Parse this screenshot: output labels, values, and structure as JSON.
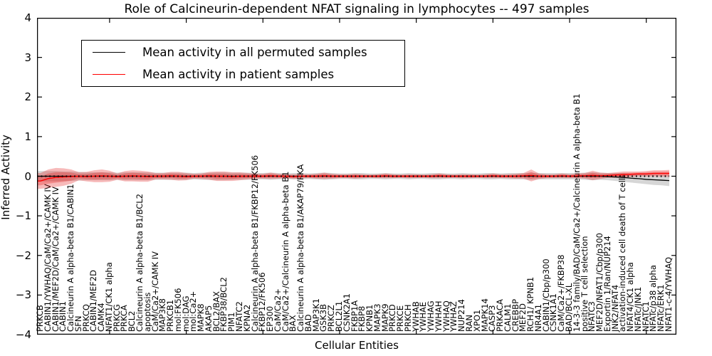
{
  "chart_data": {
    "type": "line",
    "title": "Role of Calcineurin-dependent NFAT signaling in lymphocytes -- 497 samples",
    "xlabel": "Cellular Entities",
    "ylabel": "Inferred Activity",
    "ylim": [
      -4,
      4
    ],
    "yticks": [
      4,
      3,
      2,
      1,
      0,
      -1,
      -2,
      -3,
      -4
    ],
    "grid": false,
    "legend_position": "upper left",
    "zero_line": {
      "style": "dotted",
      "color": "#000000"
    },
    "legend": [
      {
        "label": "Mean activity in all permuted samples",
        "color": "#000000"
      },
      {
        "label": "Mean activity in patient samples",
        "color": "#ff0000"
      }
    ],
    "band_colors": {
      "permuted": "rgba(0,0,0,0.16)",
      "patient": "rgba(228,26,28,0.30)"
    },
    "categories": [
      "PRKCB",
      "CABIN1/YWHAQ/CaM/Ca2+/CAMK IV",
      "CABIN1/MEF2D/CaM/Ca2+/CAMK IV",
      "CABIN1",
      "Calcineurin A alpha-beta B1/CABIN1",
      "SFN",
      "PRKCQ",
      "CABIN1/MEF2D",
      "CAMK4",
      "NFAT1/CK1 alpha",
      "PRKCG",
      "PRKCA",
      "BCL2",
      "Calcineurin A alpha-beta B1/BCL2",
      "apoptosis",
      "CaM/Ca2+/CAMK IV",
      "MAP3K8",
      "PRKCB1",
      "mol:FK506",
      "mol:DAG",
      "mol:Ca2+",
      "MAPK8",
      "AKAP5",
      "BCL2/BAX",
      "FKBP38/BCL2",
      "PIM1",
      "NFATC2",
      "KPNA2",
      "Calcineurin A alpha-beta B1/FKBP12/FK506",
      "FKBP12/FK506",
      "EP300",
      "CaM/Ca2+",
      "CaM/Ca2+/Calcineurin A alpha-beta B1",
      "BAX",
      "Calcineurin A alpha-beta B1/AKAP79/PKA",
      "BAD",
      "MAP3K1",
      "GSK3B",
      "PRKCZ",
      "BCL2L1",
      "CSNK2A1",
      "FKBP1A",
      "FKBP8",
      "KPNB1",
      "MAPK3",
      "MAPK9",
      "PRKCD",
      "PRKCE",
      "PRKCH",
      "YWHAB",
      "YWHAE",
      "YWHAG",
      "YWHAH",
      "YWHAQ",
      "YWHAZ",
      "NUP214",
      "RAN",
      "XPO1",
      "MAPK14",
      "CASP3",
      "PRKACA",
      "CALM1",
      "CREBBP",
      "MEF2D",
      "RCH1/ KPNB1",
      "NR4A1",
      "CABIN1/Cbp/p300",
      "CSNK1A1",
      "CaM/Ca2+/FKBP38",
      "BAD/BCL-XL",
      "14-3-3 family/BAD/CaM/Ca2+/Calcineurin A alpha-beta B1",
      "positive T cell selection",
      "NFATC3",
      "MEF2D/NFAT1/Cbp/p300",
      "Exportin 1/Ran/NUP214",
      "JNK2/NFAT4",
      "activation-induced cell death of T cells",
      "NFAT4/CK1 alpha",
      "NFATc/JNK1",
      "NFATC1",
      "NFATc/p38 alpha",
      "NFATc/ERK1",
      "NFAT1-c-4/YWHAQ"
    ],
    "series": [
      {
        "name": "Mean activity in all permuted samples",
        "color": "#000000",
        "mean": [
          0,
          0,
          0,
          0,
          0,
          0,
          0,
          0,
          0,
          0,
          0,
          0,
          0,
          0,
          0,
          0,
          0,
          0,
          0,
          0,
          0,
          0,
          0,
          0,
          0,
          0,
          0,
          0,
          0,
          0,
          0,
          0,
          0,
          0,
          0,
          0,
          0,
          0,
          0,
          0,
          0,
          0,
          0,
          0,
          0,
          0,
          0,
          0,
          0,
          0,
          0,
          0,
          0,
          0,
          0,
          0,
          0,
          0,
          0,
          0,
          0,
          0,
          0,
          0,
          0,
          0,
          0,
          0,
          0,
          0,
          0,
          0,
          0,
          0,
          -0.01,
          -0.02,
          -0.03,
          -0.05,
          -0.06,
          -0.08,
          -0.09,
          -0.1,
          -0.11
        ],
        "band_half_width": [
          0.13,
          0.13,
          0.13,
          0.12,
          0.12,
          0.11,
          0.1,
          0.1,
          0.1,
          0.1,
          0.09,
          0.1,
          0.1,
          0.1,
          0.1,
          0.09,
          0.09,
          0.09,
          0.09,
          0.09,
          0.08,
          0.09,
          0.09,
          0.1,
          0.1,
          0.09,
          0.09,
          0.09,
          0.08,
          0.08,
          0.09,
          0.08,
          0.07,
          0.08,
          0.08,
          0.07,
          0.08,
          0.09,
          0.08,
          0.07,
          0.07,
          0.08,
          0.08,
          0.07,
          0.07,
          0.08,
          0.07,
          0.07,
          0.08,
          0.07,
          0.07,
          0.08,
          0.08,
          0.07,
          0.07,
          0.08,
          0.07,
          0.07,
          0.08,
          0.08,
          0.07,
          0.08,
          0.08,
          0.08,
          0.09,
          0.08,
          0.08,
          0.08,
          0.08,
          0.08,
          0.08,
          0.09,
          0.1,
          0.09,
          0.09,
          0.1,
          0.11,
          0.11,
          0.12,
          0.12,
          0.13,
          0.13,
          0.14
        ]
      },
      {
        "name": "Mean activity in patient samples",
        "color": "#ff0000",
        "mean": [
          -0.12,
          -0.06,
          -0.03,
          -0.02,
          -0.01,
          0,
          -0.01,
          0,
          0.01,
          0,
          -0.01,
          0,
          0.01,
          0,
          -0.01,
          0,
          0,
          0.01,
          0,
          -0.01,
          0,
          0,
          0.01,
          0,
          0,
          -0.01,
          0,
          0,
          0,
          0,
          0.01,
          0,
          0,
          -0.01,
          0,
          0,
          0,
          0.01,
          0,
          0,
          0,
          0,
          0,
          0,
          0,
          0.01,
          0,
          0,
          0,
          0,
          0,
          0,
          0.01,
          0,
          0,
          0,
          0,
          0,
          0,
          0.01,
          0,
          0,
          0,
          0.01,
          0.02,
          0,
          0,
          0,
          0.01,
          0,
          0.01,
          0.01,
          0.02,
          0.01,
          0.02,
          0.03,
          0.04,
          0.05,
          0.06,
          0.06,
          0.07,
          0.07,
          0.07
        ],
        "band_half_width": [
          0.2,
          0.23,
          0.24,
          0.22,
          0.18,
          0.1,
          0.12,
          0.15,
          0.16,
          0.14,
          0.08,
          0.13,
          0.14,
          0.14,
          0.13,
          0.08,
          0.08,
          0.1,
          0.11,
          0.09,
          0.06,
          0.07,
          0.1,
          0.12,
          0.12,
          0.11,
          0.1,
          0.08,
          0.06,
          0.06,
          0.08,
          0.06,
          0.05,
          0.06,
          0.05,
          0.05,
          0.06,
          0.08,
          0.06,
          0.05,
          0.05,
          0.06,
          0.05,
          0.04,
          0.05,
          0.06,
          0.05,
          0.04,
          0.05,
          0.05,
          0.04,
          0.05,
          0.06,
          0.05,
          0.04,
          0.05,
          0.05,
          0.04,
          0.05,
          0.06,
          0.05,
          0.05,
          0.06,
          0.07,
          0.15,
          0.07,
          0.05,
          0.05,
          0.06,
          0.05,
          0.06,
          0.07,
          0.12,
          0.08,
          0.06,
          0.07,
          0.08,
          0.07,
          0.06,
          0.07,
          0.08,
          0.08,
          0.09
        ]
      }
    ]
  }
}
